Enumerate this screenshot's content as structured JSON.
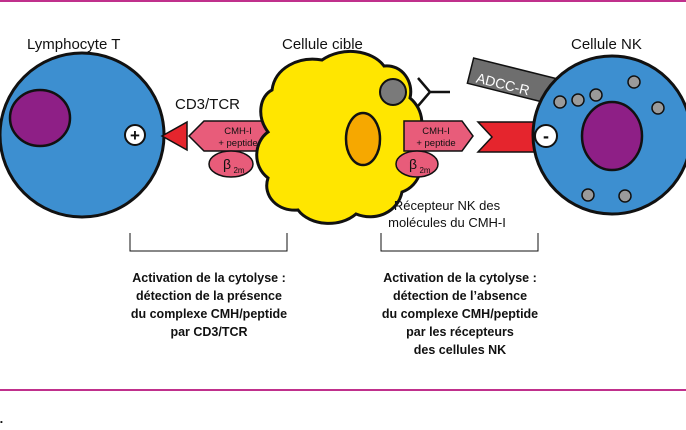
{
  "labels": {
    "t_cell": "Lymphocyte T",
    "target_cell": "Cellule cible",
    "nk_cell": "Cellule NK",
    "cd3tcr": "CD3/TCR",
    "adcc": "ADCC-R",
    "mhc_left_line1": "CMH-I",
    "mhc_left_line2": "+ peptide",
    "mhc_right_line1": "CMH-I",
    "mhc_right_line2": "+ peptide",
    "beta_left": "β",
    "beta_left_sub": "2m",
    "beta_right": "β",
    "beta_right_sub": "2m",
    "plus": "+",
    "minus": "-",
    "nk_receptor": [
      "Récepteur NK des",
      "molécules du CMH-I"
    ]
  },
  "captions": {
    "left": [
      "Activation de la cytolyse :",
      "détection de la présence",
      "du complexe CMH/peptide",
      "par CD3/TCR"
    ],
    "right": [
      "Activation de la cytolyse :",
      "détection de l’absence",
      "du complexe CMH/peptide",
      "par les récepteurs",
      "des cellules NK"
    ]
  },
  "figure_tag": "I.",
  "colors": {
    "rule": "#c0308c",
    "cell_blue": "#3d8fd0",
    "nucleus_purple": "#8e1f86",
    "target_yellow": "#ffe600",
    "target_nucleus": "#f6a800",
    "mhc_pink": "#e85c7a",
    "receptor_red": "#e5252d",
    "adcc_gray": "#6e6e6e"
  }
}
